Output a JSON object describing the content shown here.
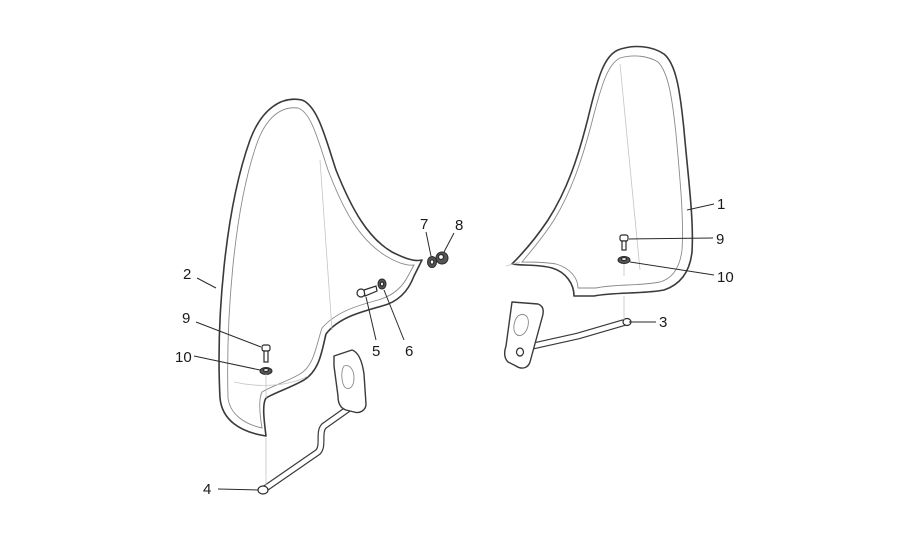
{
  "callouts": {
    "c1": "1",
    "c2": "2",
    "c3": "3",
    "c4": "4",
    "c5": "5",
    "c6": "6",
    "c7": "7",
    "c8": "8",
    "c9_left": "9",
    "c10_left": "10",
    "c9_right": "9",
    "c10_right": "10"
  }
}
